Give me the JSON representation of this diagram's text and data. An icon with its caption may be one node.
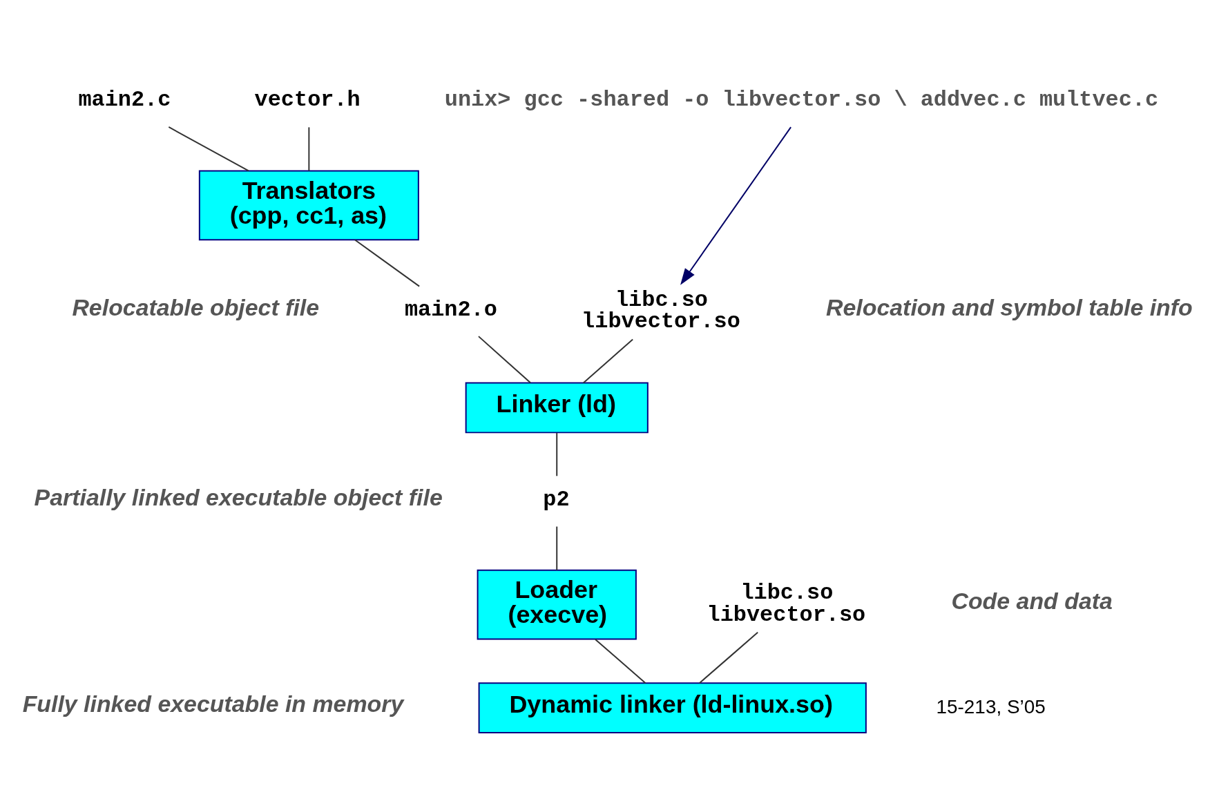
{
  "diagram": {
    "nodes": [
      {
        "text": [
          "main2.c"
        ]
      },
      {
        "text": [
          "vector.h"
        ]
      },
      {
        "text": [
          "Translators",
          "(cpp, cc1, as)"
        ]
      },
      {
        "text": [
          "main2.o"
        ]
      },
      {
        "text": [
          "libc.so",
          "libvector.so"
        ]
      },
      {
        "text": [
          "Linker (ld)"
        ]
      },
      {
        "text": [
          "p2"
        ]
      },
      {
        "text": [
          "Loader",
          "(execve)"
        ]
      },
      {
        "text": [
          "libc.so",
          "libvector.so"
        ]
      },
      {
        "text": [
          "Dynamic linker (ld-linux.so)"
        ]
      },
      {
        "text": [
          "unix> gcc -shared -o libvector.so \\ addvec.c multvec.c"
        ]
      }
    ],
    "edges": [
      {
        "from": 0,
        "to": 2,
        "arrow": "none"
      },
      {
        "from": 1,
        "to": 2,
        "arrow": "none"
      },
      {
        "from": 2,
        "to": 3,
        "arrow": "none"
      },
      {
        "from": 3,
        "to": 5,
        "arrow": "none"
      },
      {
        "from": 4,
        "to": 5,
        "arrow": "none"
      },
      {
        "from": 5,
        "to": 6,
        "arrow": "none"
      },
      {
        "from": 6,
        "to": 7,
        "arrow": "none"
      },
      {
        "from": 7,
        "to": 9,
        "arrow": "none"
      },
      {
        "from": 8,
        "to": 9,
        "arrow": "none"
      },
      {
        "from": 10,
        "to": 4,
        "arrow": "to",
        "color": "#000066"
      }
    ],
    "labels": [
      "Relocatable object file",
      "Relocation and symbol table info",
      "Partially linked executable object file",
      "Code and data",
      "Fully linked executable in memory",
      "15-213, S’05"
    ]
  }
}
